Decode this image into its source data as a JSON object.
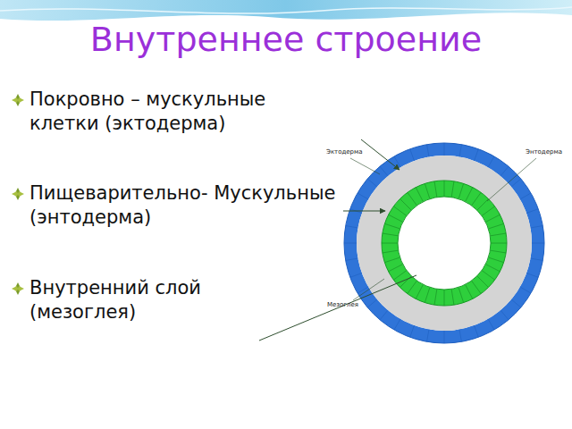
{
  "diagram": {
    "title": "Внутреннее строение",
    "labels": [
      "Покровно – мускульные клетки (эктодерма)",
      "Пищеварительно- Мускульные (энтодерма)",
      "Внутренний слой (мезоглея)",
      "Эктодерма",
      "Энтодерма",
      "Мезоглея"
    ]
  }
}
